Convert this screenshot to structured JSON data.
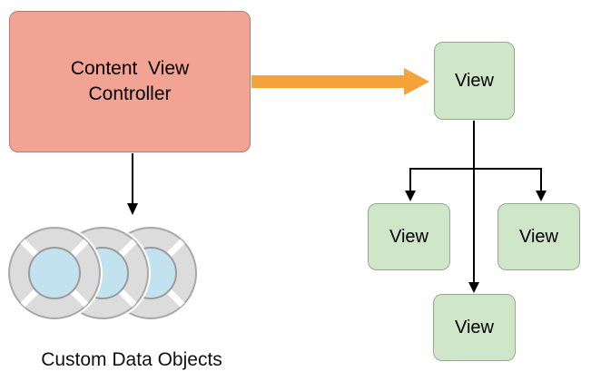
{
  "diagram": {
    "controller": {
      "label": "Content  View\nController"
    },
    "views": {
      "top": "View",
      "left": "View",
      "right": "View",
      "bottom": "View"
    },
    "data_objects": {
      "label": "Custom Data Objects",
      "count": 3
    },
    "colors": {
      "controller_fill": "#f3a394",
      "controller_border": "#b5796d",
      "view_fill": "#cfe6c9",
      "view_border": "#90ab8d",
      "orange_arrow": "#f4a239",
      "black_arrow": "#000000",
      "disk_ring": "#dcdcdc",
      "disk_ring_border": "#a8a8a8",
      "disk_center": "#c3e2ef"
    }
  }
}
